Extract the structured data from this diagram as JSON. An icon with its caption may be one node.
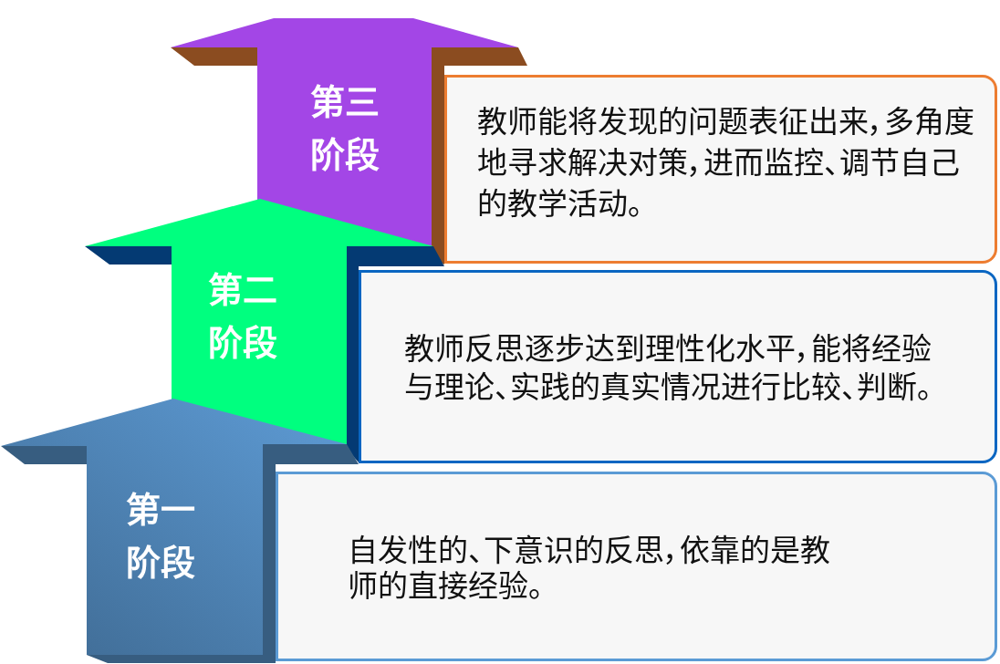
{
  "diagram": {
    "nodes": [
      {
        "text": [
          "第三阶段"
        ]
      },
      {
        "text": [
          "教师能将发现的问题表征出来，多角度地寻求解决对策，进而监控、调节自己的教学活动。"
        ]
      },
      {
        "text": [
          "第二阶段"
        ]
      },
      {
        "text": [
          "教师反思逐步达到理性化水平，能将经验与理论、实践的真实情况进行比较、判断。"
        ]
      },
      {
        "text": [
          "第一阶段"
        ]
      },
      {
        "text": [
          "自发性的、下意识的反思，依靠的是教师的直接经验。"
        ]
      }
    ]
  }
}
